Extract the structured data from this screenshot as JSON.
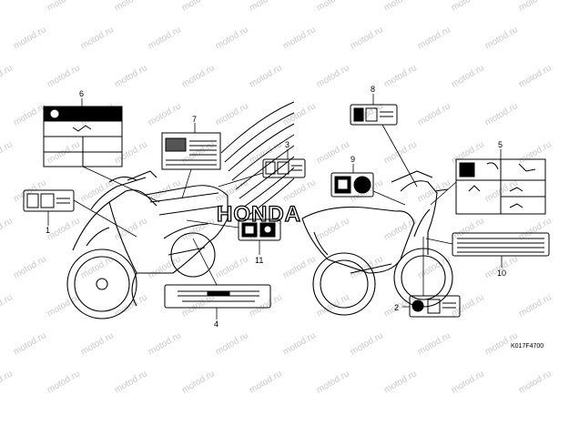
{
  "diagram": {
    "callouts": [
      {
        "id": "1",
        "label": "1"
      },
      {
        "id": "2",
        "label": "2"
      },
      {
        "id": "3",
        "label": "3"
      },
      {
        "id": "4",
        "label": "4"
      },
      {
        "id": "5",
        "label": "5"
      },
      {
        "id": "6",
        "label": "6"
      },
      {
        "id": "7",
        "label": "7"
      },
      {
        "id": "8",
        "label": "8"
      },
      {
        "id": "9",
        "label": "9"
      },
      {
        "id": "10",
        "label": "10"
      },
      {
        "id": "11",
        "label": "11"
      }
    ],
    "part_code": "K017F4700",
    "brand_text": "HONDA",
    "watermark": "motod.ru"
  }
}
